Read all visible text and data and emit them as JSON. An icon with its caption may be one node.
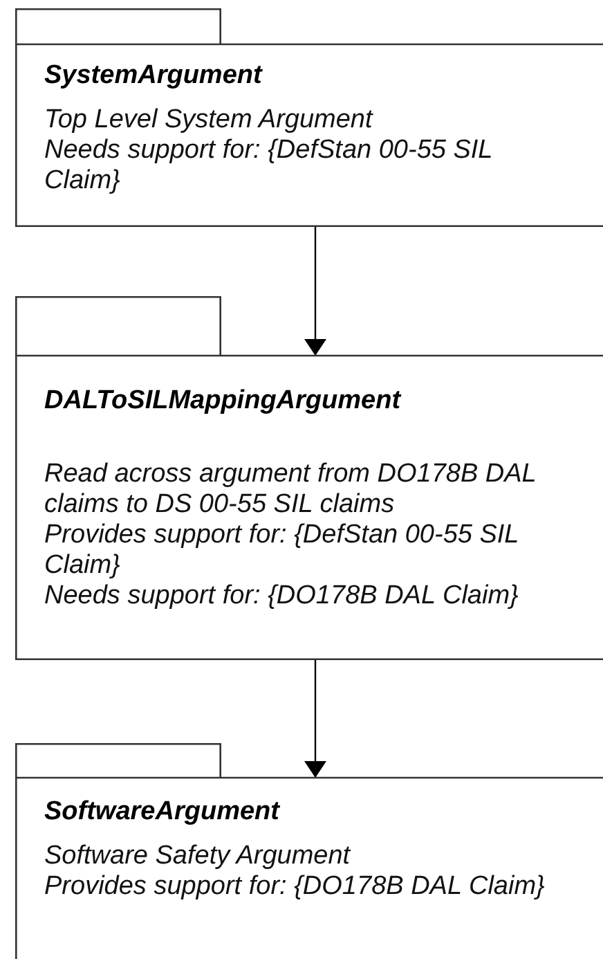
{
  "diagram": {
    "nodes": [
      {
        "text": [
          "SystemArgument",
          "Top Level System Argument",
          "Needs support for: {DefStan 00-55 SIL Claim}"
        ]
      },
      {
        "text": [
          "DALToSILMappingArgument",
          "Read across argument from DO178B DAL claims to DS 00-55 SIL claims",
          "Provides support for: {DefStan 00-55 SIL Claim}",
          "Needs support for: {DO178B DAL Claim}"
        ]
      },
      {
        "text": [
          "SoftwareArgument",
          "Software Safety Argument",
          "Provides support for: {DO178B DAL Claim}"
        ]
      }
    ],
    "edges": [
      {
        "from": 0,
        "to": 1,
        "arrow": "to"
      },
      {
        "from": 1,
        "to": 2,
        "arrow": "to"
      }
    ]
  }
}
